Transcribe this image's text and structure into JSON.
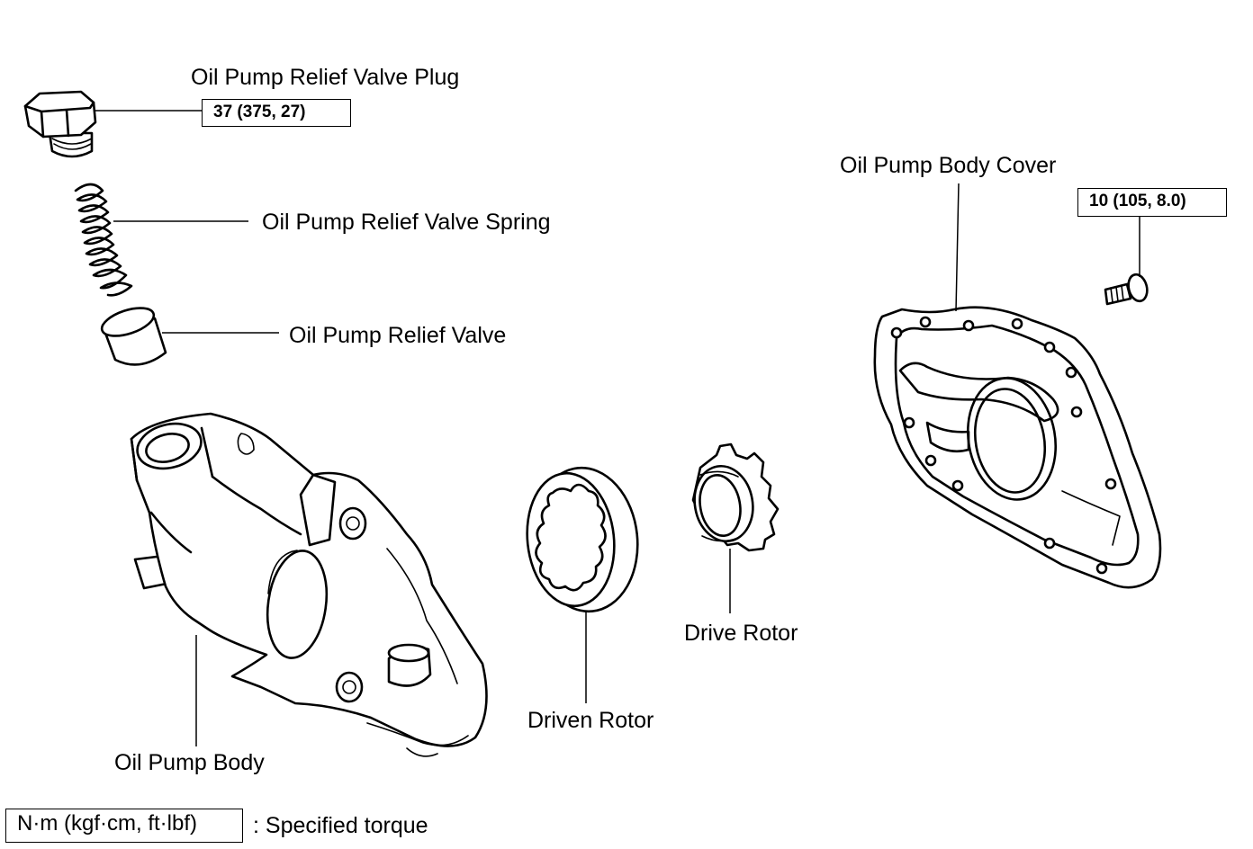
{
  "parts": {
    "relief_valve_plug": "Oil Pump Relief Valve Plug",
    "relief_valve_spring": "Oil Pump Relief Valve Spring",
    "relief_valve": "Oil Pump Relief Valve",
    "body_cover": "Oil Pump Body Cover",
    "pump_body": "Oil Pump Body",
    "driven_rotor": "Driven Rotor",
    "drive_rotor": "Drive Rotor"
  },
  "torques": {
    "plug": "37 (375, 27)",
    "cover_screw": "10 (105, 8.0)"
  },
  "legend": {
    "units": "N·m (kgf·cm, ft·lbf)",
    "description": ": Specified torque"
  }
}
